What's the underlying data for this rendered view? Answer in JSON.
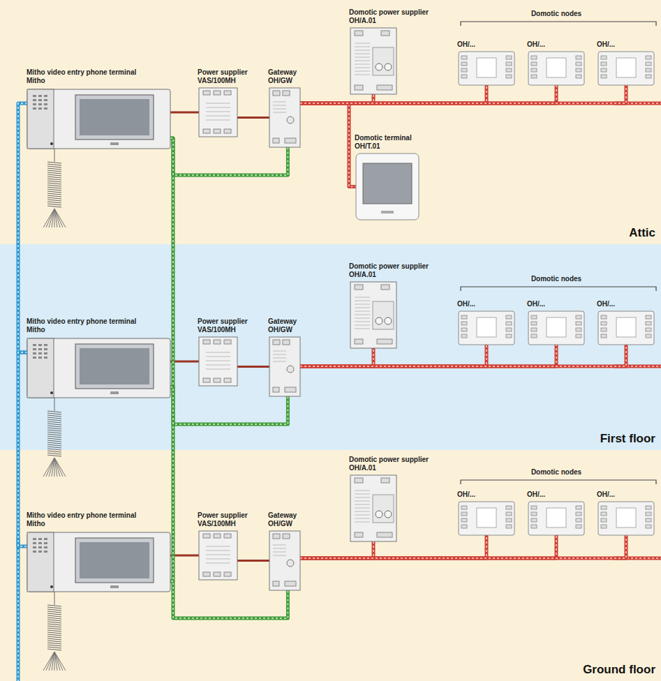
{
  "diagram": {
    "nodes": [
      {
        "text": [
          "Attic"
        ]
      },
      {
        "text": [
          "Mitho video entry phone terminal",
          "Mitho"
        ],
        "in": 0
      },
      {
        "text": [
          "Power supplier",
          "VAS/100MH"
        ],
        "in": 0
      },
      {
        "text": [
          "Gateway",
          "OH/GW"
        ],
        "in": 0
      },
      {
        "text": [
          "Domotic power supplier",
          "OH/A.01"
        ],
        "in": 0
      },
      {
        "text": [
          "Domotic terminal",
          "OH/T.01"
        ],
        "in": 0
      },
      {
        "text": [
          "OH/..."
        ],
        "in": 0
      },
      {
        "text": [
          "OH/..."
        ],
        "in": 0
      },
      {
        "text": [
          "OH/..."
        ],
        "in": 0
      },
      {
        "text": [
          "First floor"
        ]
      },
      {
        "text": [
          "Mitho video entry phone terminal",
          "Mitho"
        ],
        "in": 9
      },
      {
        "text": [
          "Power supplier",
          "VAS/100MH"
        ],
        "in": 9
      },
      {
        "text": [
          "Gateway",
          "OH/GW"
        ],
        "in": 9
      },
      {
        "text": [
          "Domotic power supplier",
          "OH/A.01"
        ],
        "in": 9
      },
      {
        "text": [
          "OH/..."
        ],
        "in": 9
      },
      {
        "text": [
          "OH/..."
        ],
        "in": 9
      },
      {
        "text": [
          "OH/..."
        ],
        "in": 9
      },
      {
        "text": [
          "Ground floor"
        ]
      },
      {
        "text": [
          "Mitho video entry phone terminal",
          "Mitho"
        ],
        "in": 17
      },
      {
        "text": [
          "Power supplier",
          "VAS/100MH"
        ],
        "in": 17
      },
      {
        "text": [
          "Gateway",
          "OH/GW"
        ],
        "in": 17
      },
      {
        "text": [
          "Domotic power supplier",
          "OH/A.01"
        ],
        "in": 17
      },
      {
        "text": [
          "OH/..."
        ],
        "in": 17
      },
      {
        "text": [
          "OH/..."
        ],
        "in": 17
      },
      {
        "text": [
          "OH/..."
        ],
        "in": 17
      }
    ],
    "edges": [
      {
        "from": 1,
        "to": 2,
        "arrow": "none"
      },
      {
        "from": 2,
        "to": 3,
        "arrow": "none"
      },
      {
        "from": 3,
        "to": 4,
        "arrow": "none"
      },
      {
        "from": 3,
        "to": 5,
        "arrow": "none"
      },
      {
        "from": 3,
        "to": 6,
        "arrow": "none"
      },
      {
        "from": 3,
        "to": 7,
        "arrow": "none"
      },
      {
        "from": 3,
        "to": 8,
        "arrow": "none"
      },
      {
        "from": 1,
        "to": 3,
        "arrow": "none"
      },
      {
        "from": 10,
        "to": 11,
        "arrow": "none"
      },
      {
        "from": 11,
        "to": 12,
        "arrow": "none"
      },
      {
        "from": 12,
        "to": 13,
        "arrow": "none"
      },
      {
        "from": 12,
        "to": 14,
        "arrow": "none"
      },
      {
        "from": 12,
        "to": 15,
        "arrow": "none"
      },
      {
        "from": 12,
        "to": 16,
        "arrow": "none"
      },
      {
        "from": 10,
        "to": 12,
        "arrow": "none"
      },
      {
        "from": 18,
        "to": 19,
        "arrow": "none"
      },
      {
        "from": 19,
        "to": 20,
        "arrow": "none"
      },
      {
        "from": 20,
        "to": 21,
        "arrow": "none"
      },
      {
        "from": 20,
        "to": 22,
        "arrow": "none"
      },
      {
        "from": 20,
        "to": 23,
        "arrow": "none"
      },
      {
        "from": 20,
        "to": 24,
        "arrow": "none"
      },
      {
        "from": 18,
        "to": 20,
        "arrow": "none"
      },
      {
        "from": 1,
        "to": 10,
        "arrow": "none"
      },
      {
        "from": 10,
        "to": 18,
        "arrow": "none"
      },
      {
        "from": 1,
        "to": 10,
        "arrow": "none"
      },
      {
        "from": 10,
        "to": 18,
        "arrow": "none"
      }
    ],
    "labels": [
      "Domotic nodes",
      "Domotic nodes",
      "Domotic nodes"
    ]
  }
}
